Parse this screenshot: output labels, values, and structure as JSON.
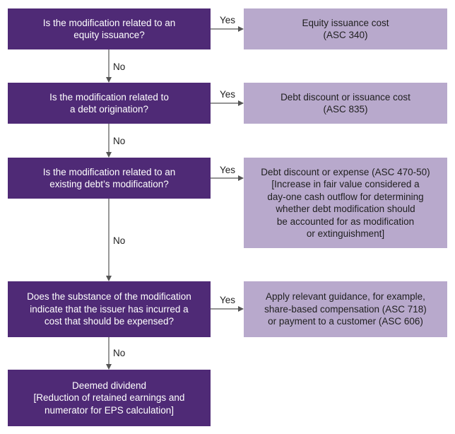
{
  "colors": {
    "question_fill": "#4f2a76",
    "answer_fill": "#b8a9cc",
    "arrow": "#555555"
  },
  "labels": {
    "yes": "Yes",
    "no": "No"
  },
  "questions": [
    [
      "Is the modification related to an",
      "equity issuance?"
    ],
    [
      "Is the modification related to",
      "a debt origination?"
    ],
    [
      "Is the modification related to an",
      "existing debt’s modification?"
    ],
    [
      "Does the substance of the modification",
      "indicate that the issuer has incurred a",
      "cost that should be expensed?"
    ],
    [
      "Deemed dividend",
      "[Reduction of retained earnings and",
      "numerator for EPS calculation]"
    ]
  ],
  "outcomes": [
    [
      "Equity issuance cost",
      "(ASC 340)"
    ],
    [
      "Debt discount or issuance cost",
      "(ASC 835)"
    ],
    [
      "Debt discount or expense (ASC 470-50)",
      "[Increase in fair value considered a",
      "day-one cash outflow for determining",
      "whether debt modification should",
      "be accounted for as modification",
      "or extinguishment]"
    ],
    [
      "Apply relevant guidance, for example,",
      "share-based compensation (ASC 718)",
      "or payment to a customer (ASC 606)"
    ]
  ]
}
